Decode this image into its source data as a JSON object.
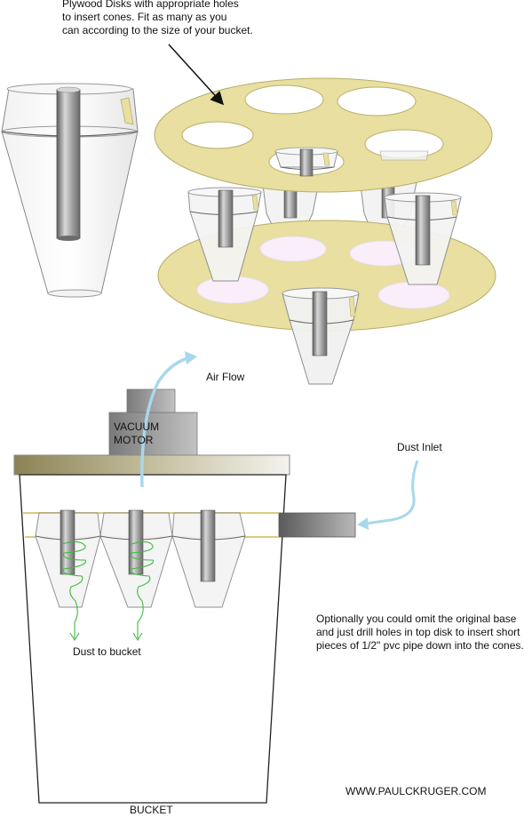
{
  "labels": {
    "disks_note": [
      "Plywood Disks with appropriate holes",
      "to insert cones.  Fit as many as you",
      "can according to the size of your bucket."
    ],
    "air_flow": "Air Flow",
    "motor": [
      "VACUUM",
      "MOTOR"
    ],
    "dust_inlet": "Dust Inlet",
    "dust_to_bucket": "Dust to bucket",
    "optional_note": [
      "Optionally you could omit the original base",
      "and just drill holes in top disk to insert short",
      "pieces of 1/2\" pvc pipe down into the cones."
    ],
    "website": "WWW.PAULCKRUGER.COM",
    "bucket": "BUCKET"
  },
  "colors": {
    "plywood": "#e8dfa0",
    "plywood_edge": "#b8ae6a",
    "hole_fill": "#faeefa",
    "air_flow_arrow": "#a8d8ec",
    "dust_spiral": "#3dbb3d",
    "lid_dark": "#8c8354",
    "lid_light": "#f4f3ee",
    "motor": "#909090",
    "pipe": "#707070"
  },
  "icons": [
    "arrow-icon",
    "air-flow-arrow-icon",
    "dust-inlet-arrow-icon",
    "dust-spiral-icon"
  ]
}
